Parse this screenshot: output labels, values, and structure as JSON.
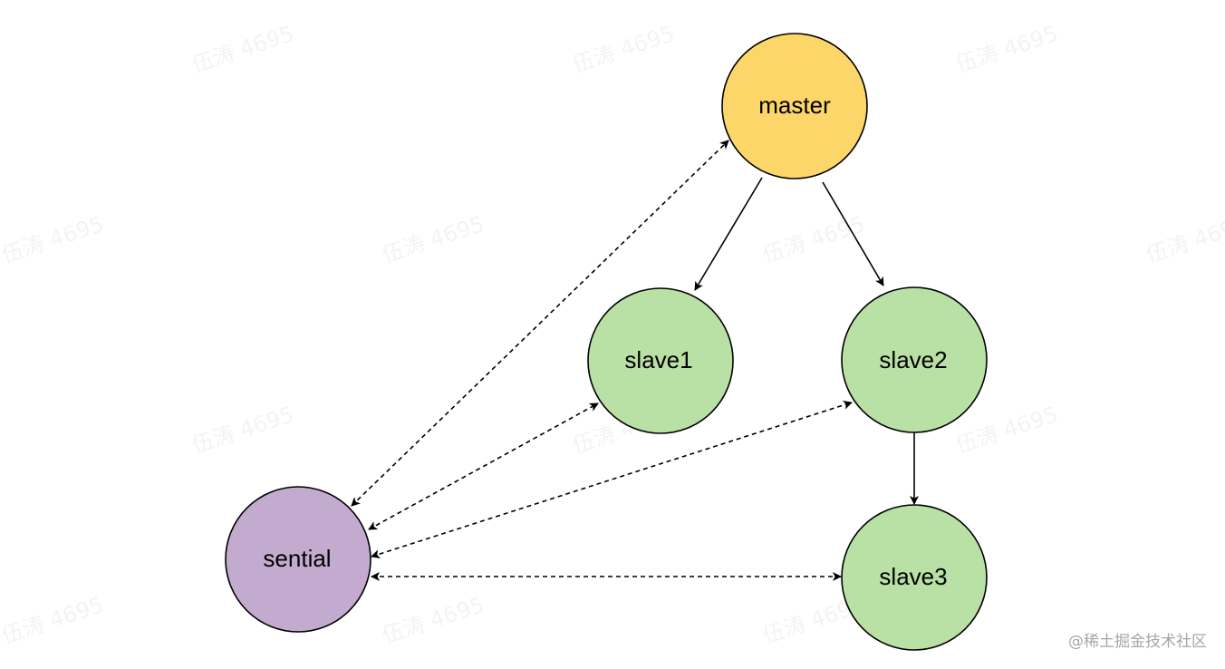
{
  "colors": {
    "master_fill": "#fdd66a",
    "slave_fill": "#b9e0a5",
    "sentinel_fill": "#c3abd0",
    "stroke": "#000000"
  },
  "nodes": {
    "master": {
      "label": "master"
    },
    "slave1": {
      "label": "slave1"
    },
    "slave2": {
      "label": "slave2"
    },
    "slave3": {
      "label": "slave3"
    },
    "sentinel": {
      "label": "sential"
    }
  },
  "edges": [
    {
      "from": "master",
      "to": "slave1",
      "style": "solid",
      "arrow": "end"
    },
    {
      "from": "master",
      "to": "slave2",
      "style": "solid",
      "arrow": "end"
    },
    {
      "from": "slave2",
      "to": "slave3",
      "style": "solid",
      "arrow": "end"
    },
    {
      "from": "sentinel",
      "to": "master",
      "style": "dashed",
      "arrow": "both"
    },
    {
      "from": "sentinel",
      "to": "slave1",
      "style": "dashed",
      "arrow": "both"
    },
    {
      "from": "sentinel",
      "to": "slave2",
      "style": "dashed",
      "arrow": "both"
    },
    {
      "from": "sentinel",
      "to": "slave3",
      "style": "dashed",
      "arrow": "both"
    }
  ],
  "watermark": {
    "text": "伍涛 4695"
  },
  "credit": "@稀土掘金技术社区"
}
